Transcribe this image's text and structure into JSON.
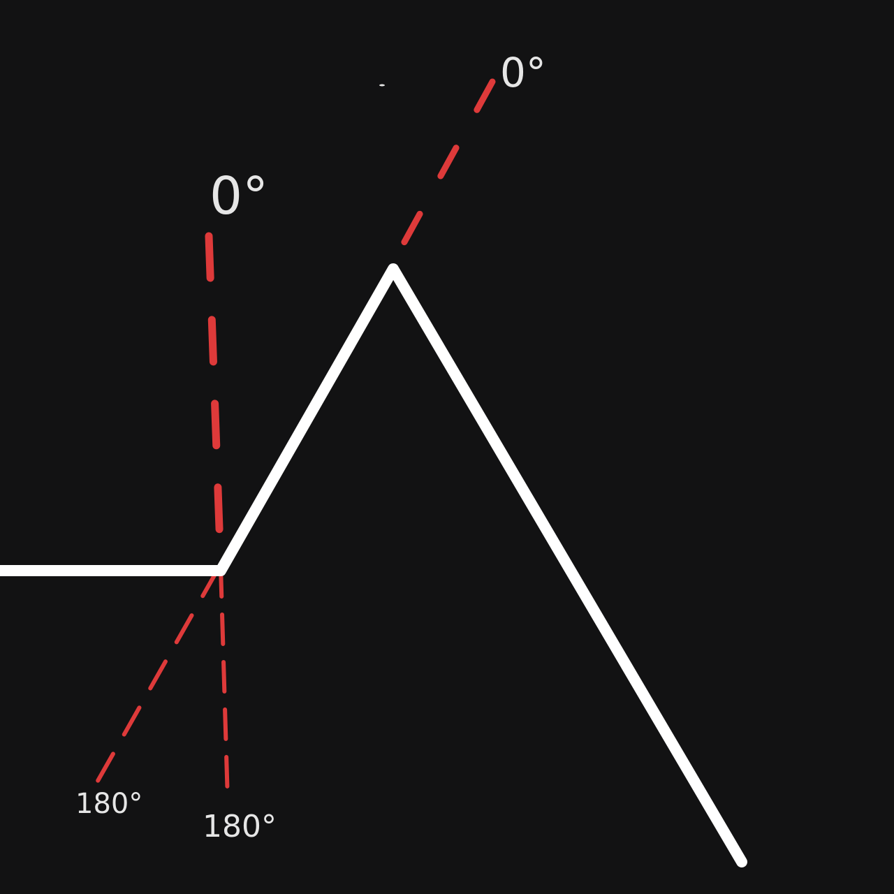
{
  "colors": {
    "background": "#121213",
    "path_stroke": "#ffffff",
    "reference_line": "#de3a3a",
    "label": "#e6e6e6"
  },
  "labels": {
    "vertical_top": "0°",
    "slanted_top": "0°",
    "slanted_bottom": "180°",
    "vertical_bottom": "180°"
  }
}
